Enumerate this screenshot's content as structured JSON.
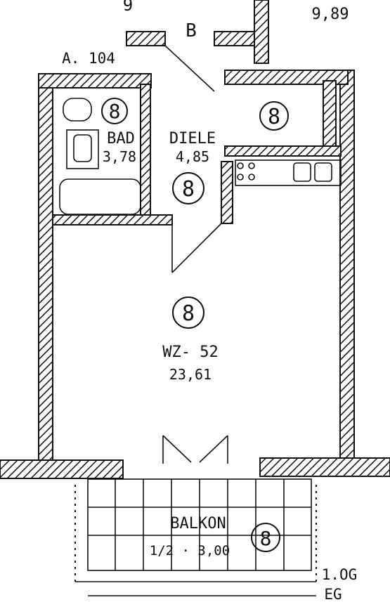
{
  "labels": {
    "top_right_area": "9,89",
    "top_left_number": "9",
    "room_a": "A. 104",
    "room_b": "B",
    "bath_name": "BAD",
    "bath_area": "3,78",
    "hall_name": "DIELE",
    "hall_area": "4,85",
    "living_name": "WZ- 52",
    "living_area": "23,61",
    "balcony_name": "BALKON",
    "balcony_area": "1/2 · 3,00",
    "floor_1og": "1.OG",
    "floor_eg": "EG"
  },
  "marker_label": "8"
}
